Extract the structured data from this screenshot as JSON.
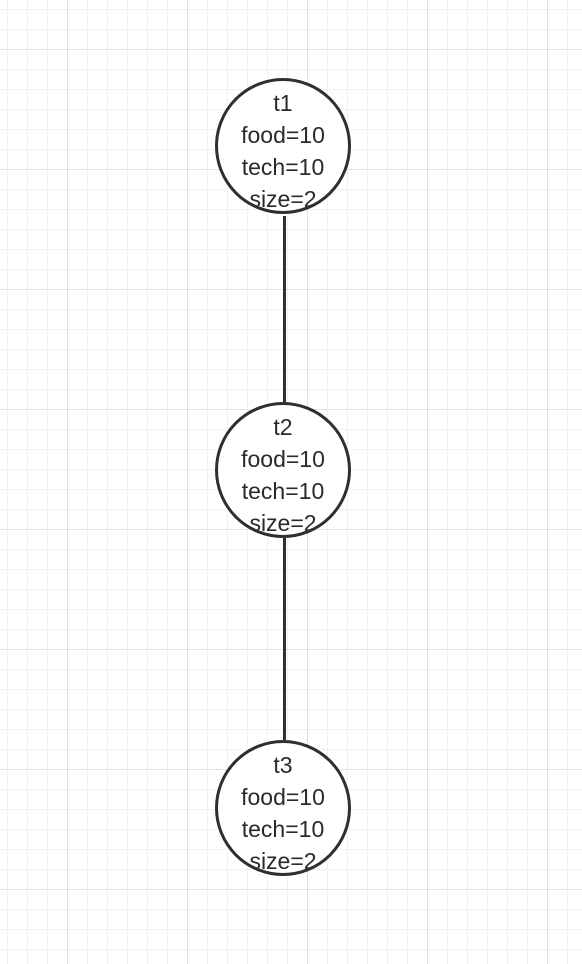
{
  "nodes": [
    {
      "id": "t1",
      "food": "food=10",
      "tech": "tech=10",
      "size": "size=2"
    },
    {
      "id": "t2",
      "food": "food=10",
      "tech": "tech=10",
      "size": "size=2"
    },
    {
      "id": "t3",
      "food": "food=10",
      "tech": "tech=10",
      "size": "size=2"
    }
  ],
  "edges": [
    {
      "from": "t1",
      "to": "t2"
    },
    {
      "from": "t2",
      "to": "t3"
    }
  ],
  "colors": {
    "stroke": "#2f2f2f",
    "text": "#2a2a2a",
    "grid_major": "#e2e2e2",
    "grid_minor": "#f1f1f1"
  }
}
